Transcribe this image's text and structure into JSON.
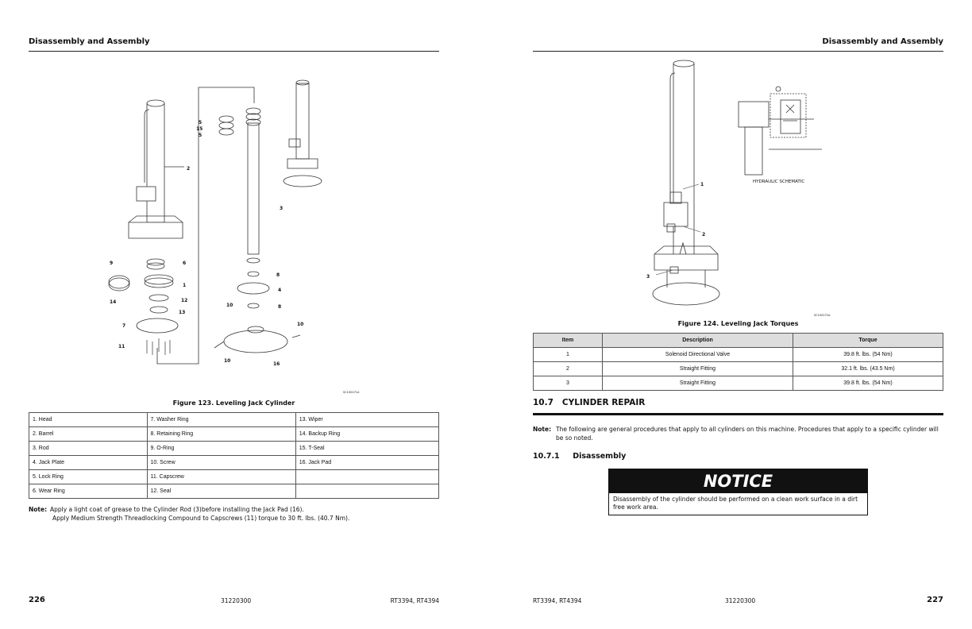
{
  "left_page": {
    "header": "Disassembly and Assembly",
    "figure": {
      "callouts": [
        "5",
        "15",
        "5",
        "2",
        "3",
        "9",
        "6",
        "1",
        "14",
        "12",
        "13",
        "8",
        "4",
        "10",
        "8",
        "7",
        "10",
        "11",
        "10",
        "16"
      ],
      "code": "SC100271A",
      "caption": "Figure 123. Leveling Jack Cylinder"
    },
    "parts_table": [
      [
        "1. Head",
        "7. Washer Ring",
        "13. Wiper"
      ],
      [
        "2. Barrel",
        "8. Retaining Ring",
        "14. Backup Ring"
      ],
      [
        "3. Rod",
        "9. O-Ring",
        "15. T-Seal"
      ],
      [
        "4. Jack Plate",
        "10. Screw",
        "16. Jack Pad"
      ],
      [
        "5. Lock Ring",
        "11. Capscrew",
        ""
      ],
      [
        "6. Wear Ring",
        "12. Seal",
        ""
      ]
    ],
    "note": {
      "label": "Note:",
      "line1": "Apply a light coat of grease to the Cylinder Rod (3)before installing the Jack Pad (16).",
      "line2": "Apply Medium Strength Threadlocking Compound to Capscrews (11) torque to 30 ft. lbs. (40.7 Nm)."
    },
    "footer": {
      "page_number": "226",
      "doc_number": "31220300",
      "models": "RT3394, RT4394"
    }
  },
  "right_page": {
    "header": "Disassembly and Assembly",
    "figure": {
      "callouts": [
        "1",
        "2",
        "3"
      ],
      "schematic_label": "HYDRAULIC SCHEMATIC",
      "code": "SC100272A",
      "caption": "Figure 124. Leveling Jack Torques"
    },
    "torque_table": {
      "headers": [
        "Item",
        "Description",
        "Torque"
      ],
      "rows": [
        [
          "1",
          "Solenoid Directional Valve",
          "39.8 ft. lbs. (54 Nm)"
        ],
        [
          "2",
          "Straight Fitting",
          "32.1 ft. lbs. (43.5 Nm)"
        ],
        [
          "3",
          "Straight Fitting",
          "39.8 ft. lbs. (54 Nm)"
        ]
      ]
    },
    "section": {
      "number": "10.7",
      "title": "CYLINDER REPAIR"
    },
    "note": {
      "label": "Note:",
      "text": "The following are general procedures that apply to all cylinders on this machine. Procedures that apply to a specific cylinder will be so noted."
    },
    "subsection": {
      "number": "10.7.1",
      "title": "Disassembly"
    },
    "notice": {
      "title": "NOTICE",
      "text": "Disassembly of the cylinder should be performed on a clean work surface in a dirt free work area."
    },
    "footer": {
      "models": "RT3394, RT4394",
      "doc_number": "31220300",
      "page_number": "227"
    }
  }
}
